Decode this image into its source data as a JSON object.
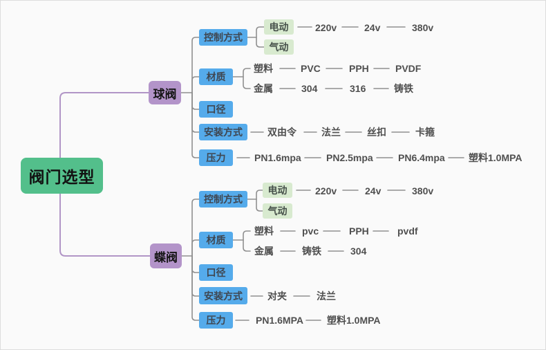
{
  "title": "阀门选型",
  "colors": {
    "root_node": "#53bf8b",
    "branch_node": "#b394c9",
    "category_node": "#55abeb",
    "leaf_node": "#d8eacf",
    "connector_gray": "#909090",
    "connector_purple": "#b195c6",
    "background": "#fafafa"
  },
  "ball_valve": {
    "label": "球阀",
    "control": {
      "label": "控制方式",
      "electric": "电动",
      "pneumatic": "气动",
      "voltages": [
        "220v",
        "24v",
        "380v"
      ]
    },
    "material": {
      "label": "材质",
      "plastic": "塑料",
      "plastic_types": [
        "PVC",
        "PPH",
        "PVDF"
      ],
      "metal": "金属",
      "metal_types": [
        "304",
        "316",
        "铸铁"
      ]
    },
    "diameter": {
      "label": "口径"
    },
    "install": {
      "label": "安装方式",
      "types": [
        "双由令",
        "法兰",
        "丝扣",
        "卡箍"
      ]
    },
    "pressure": {
      "label": "压力",
      "types": [
        "PN1.6mpa",
        "PN2.5mpa",
        "PN6.4mpa",
        "塑料1.0MPA"
      ]
    }
  },
  "butterfly_valve": {
    "label": "蝶阀",
    "control": {
      "label": "控制方式",
      "electric": "电动",
      "pneumatic": "气动",
      "voltages": [
        "220v",
        "24v",
        "380v"
      ]
    },
    "material": {
      "label": "材质",
      "plastic": "塑料",
      "plastic_types": [
        "pvc",
        "PPH",
        "pvdf"
      ],
      "metal": "金属",
      "metal_types": [
        "铸铁",
        "304"
      ]
    },
    "diameter": {
      "label": "口径"
    },
    "install": {
      "label": "安装方式",
      "types": [
        "对夹",
        "法兰"
      ]
    },
    "pressure": {
      "label": "压力",
      "types": [
        "PN1.6MPA",
        "塑料1.0MPA"
      ]
    }
  }
}
